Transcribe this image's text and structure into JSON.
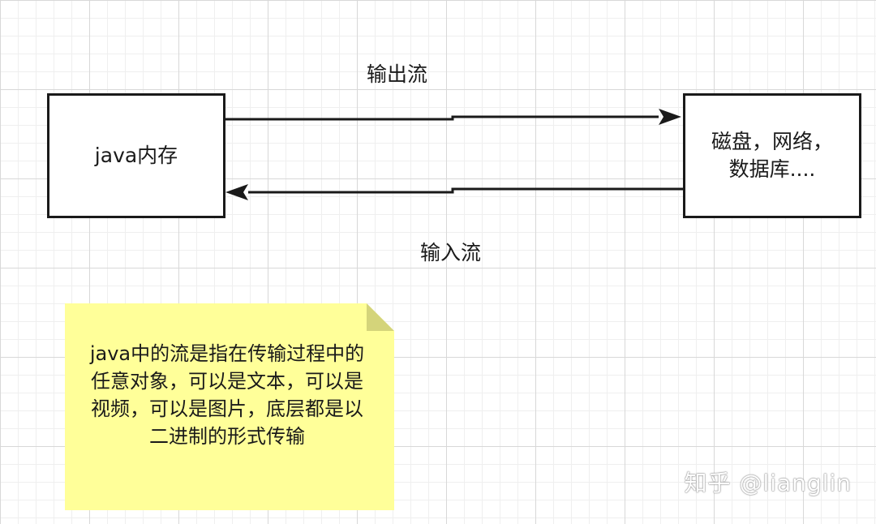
{
  "diagram": {
    "memory_box": {
      "label": "java内存"
    },
    "storage_box": {
      "label": "磁盘，网络，\n数据库...."
    },
    "edges": {
      "output": {
        "label": "输出流",
        "from": "memory_box",
        "to": "storage_box"
      },
      "input": {
        "label": "输入流",
        "from": "storage_box",
        "to": "memory_box"
      }
    },
    "note": {
      "text": "java中的流是指在传输过程中的任意对象，可以是文本，可以是视频，可以是图片，底层都是以二进制的形式传输",
      "fill": "#ffff99",
      "fold_color": "#d4d47a"
    },
    "colors": {
      "stroke": "#1a1a1a",
      "grid_major": "#d8d8d8",
      "grid_minor": "#efefef"
    }
  },
  "watermark": {
    "text": "知乎 @lianglin"
  }
}
